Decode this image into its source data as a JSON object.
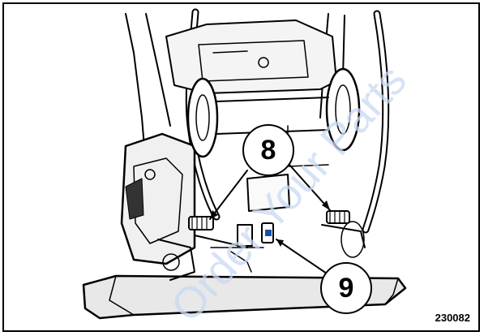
{
  "figure": {
    "id": "230082",
    "callouts": [
      {
        "label": "8"
      },
      {
        "label": "9"
      }
    ]
  },
  "watermark": {
    "text": "Order Your Parts",
    "color": "#c9d9f2"
  },
  "colors": {
    "line": "#000000",
    "background": "#ffffff"
  }
}
